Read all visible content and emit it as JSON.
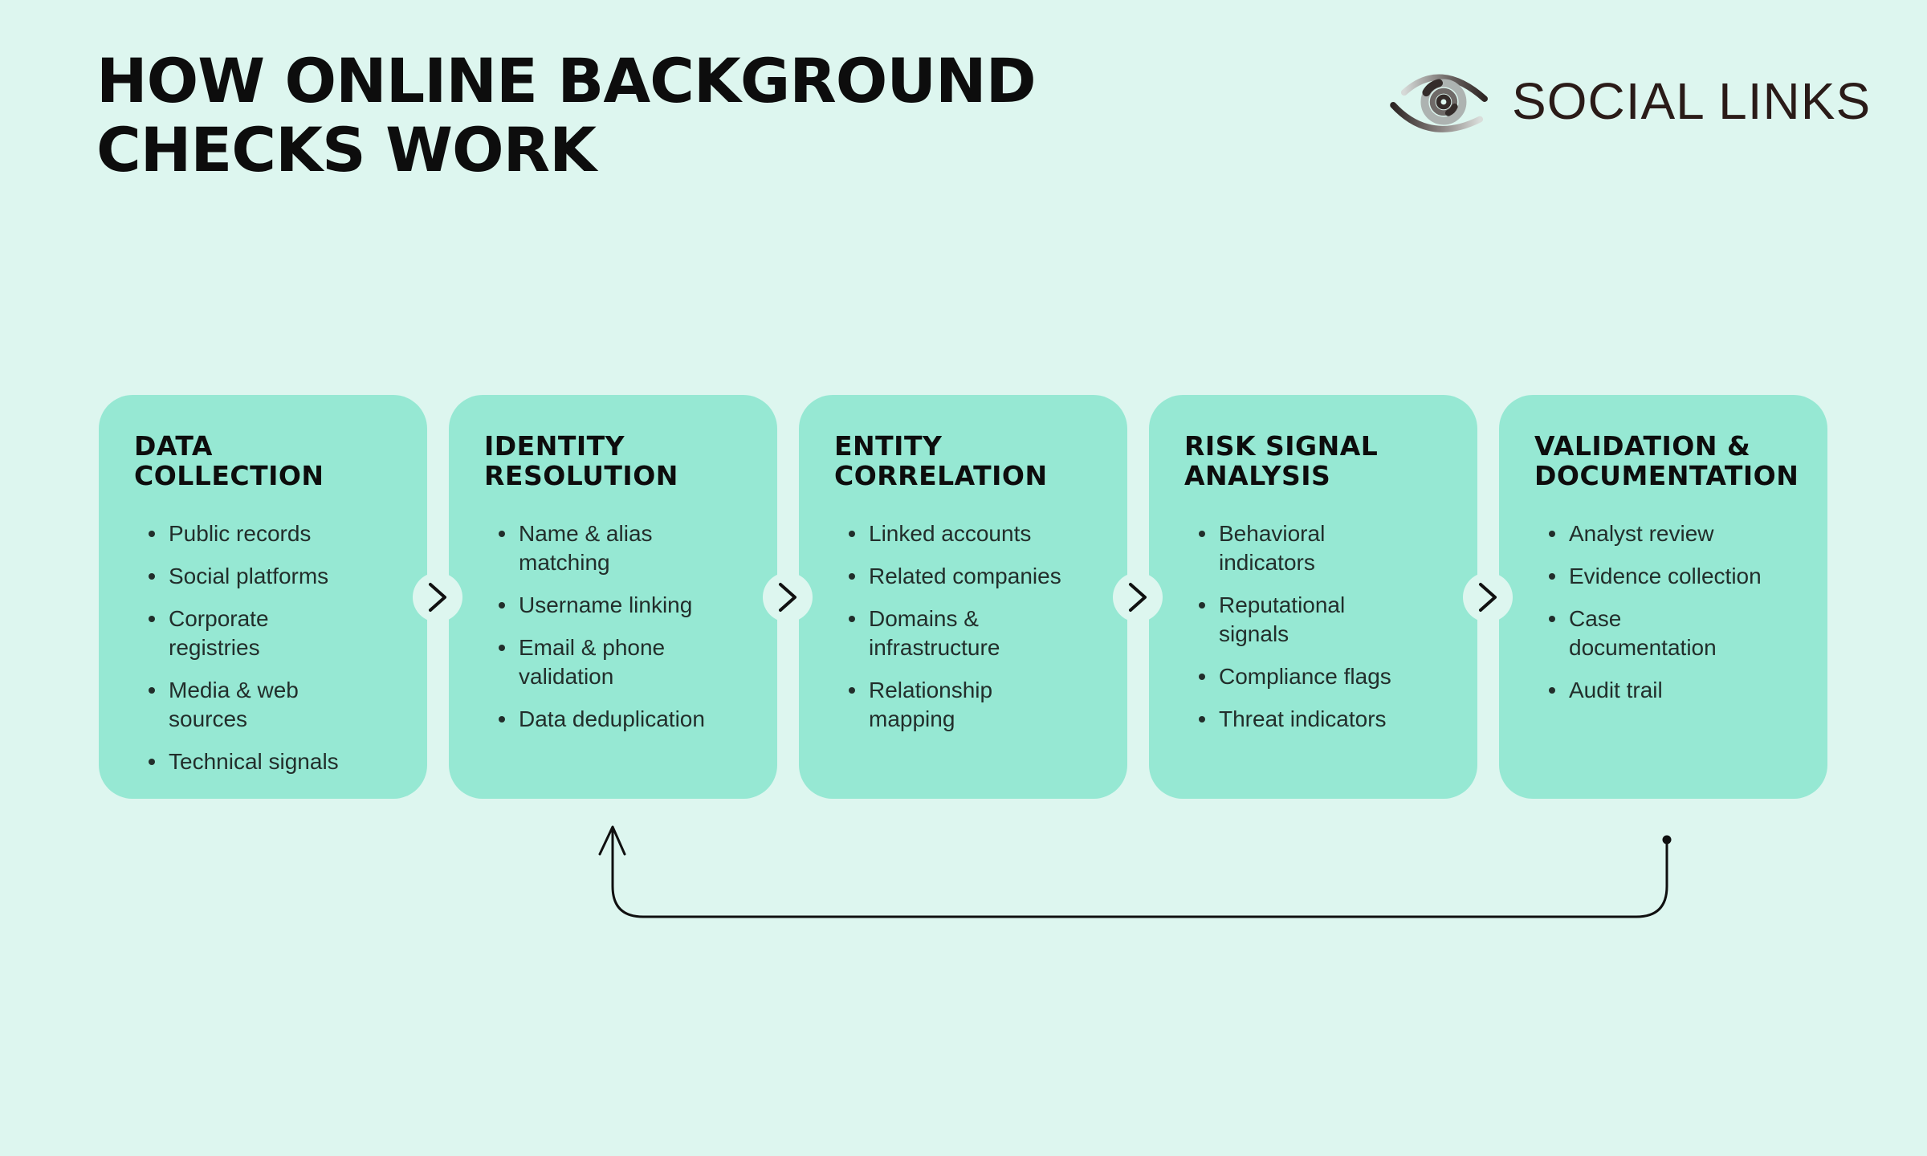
{
  "header": {
    "title": "HOW ONLINE BACKGROUND\nCHECKS WORK",
    "brand": "SOCIAL LINKS",
    "brand_icon": "eye-spiral-icon"
  },
  "colors": {
    "page_background": "#ddf6ef",
    "card_background": "#96e8d3",
    "heading_text": "#0d0d0d",
    "body_text": "#222e2b",
    "arrow_line": "#101010",
    "brand_text": "#2a1b18"
  },
  "flow": {
    "connector_icon": "chevron-right-icon",
    "feedback_arrow_icon": "loop-back-arrow"
  },
  "cards": [
    {
      "title": "DATA\nCOLLECTION",
      "items": [
        "Public records",
        "Social platforms",
        "Corporate\nregistries",
        "Media & web\nsources",
        "Technical signals"
      ]
    },
    {
      "title": "IDENTITY\nRESOLUTION",
      "items": [
        "Name & alias\nmatching",
        "Username linking",
        "Email & phone\nvalidation",
        "Data deduplication"
      ]
    },
    {
      "title": "ENTITY\nCORRELATION",
      "items": [
        "Linked accounts",
        "Related companies",
        "Domains &\ninfrastructure",
        "Relationship\nmapping"
      ]
    },
    {
      "title": "RISK SIGNAL\nANALYSIS",
      "items": [
        "Behavioral\nindicators",
        "Reputational\nsignals",
        "Compliance flags",
        "Threat indicators"
      ]
    },
    {
      "title": "VALIDATION &\nDOCUMENTATION",
      "items": [
        "Analyst review",
        "Evidence collection",
        "Case\ndocumentation",
        "Audit trail"
      ]
    }
  ]
}
